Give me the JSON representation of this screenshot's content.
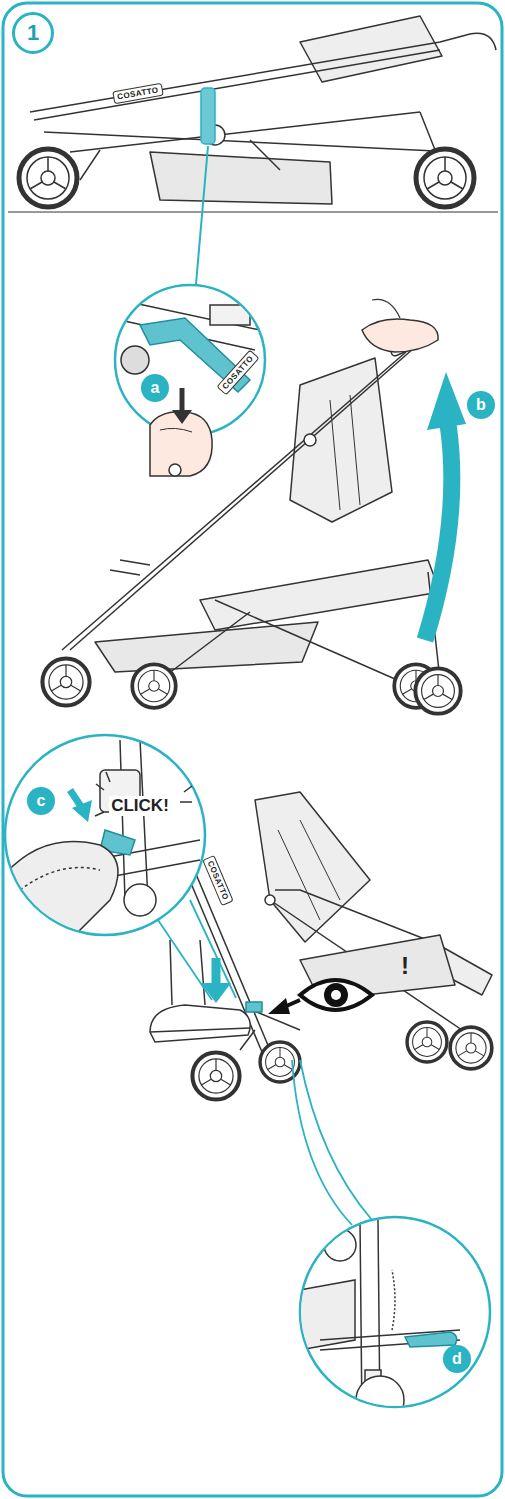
{
  "diagram": {
    "nodes": [
      {
        "text": [
          "1"
        ]
      },
      {
        "text": [
          "a"
        ]
      },
      {
        "text": [
          "b"
        ]
      },
      {
        "text": [
          "c"
        ]
      },
      {
        "text": [
          "d"
        ]
      }
    ],
    "labels": [
      "COSATTO",
      "COSATTO",
      "COSATTO",
      "CLICK!",
      "!"
    ]
  }
}
